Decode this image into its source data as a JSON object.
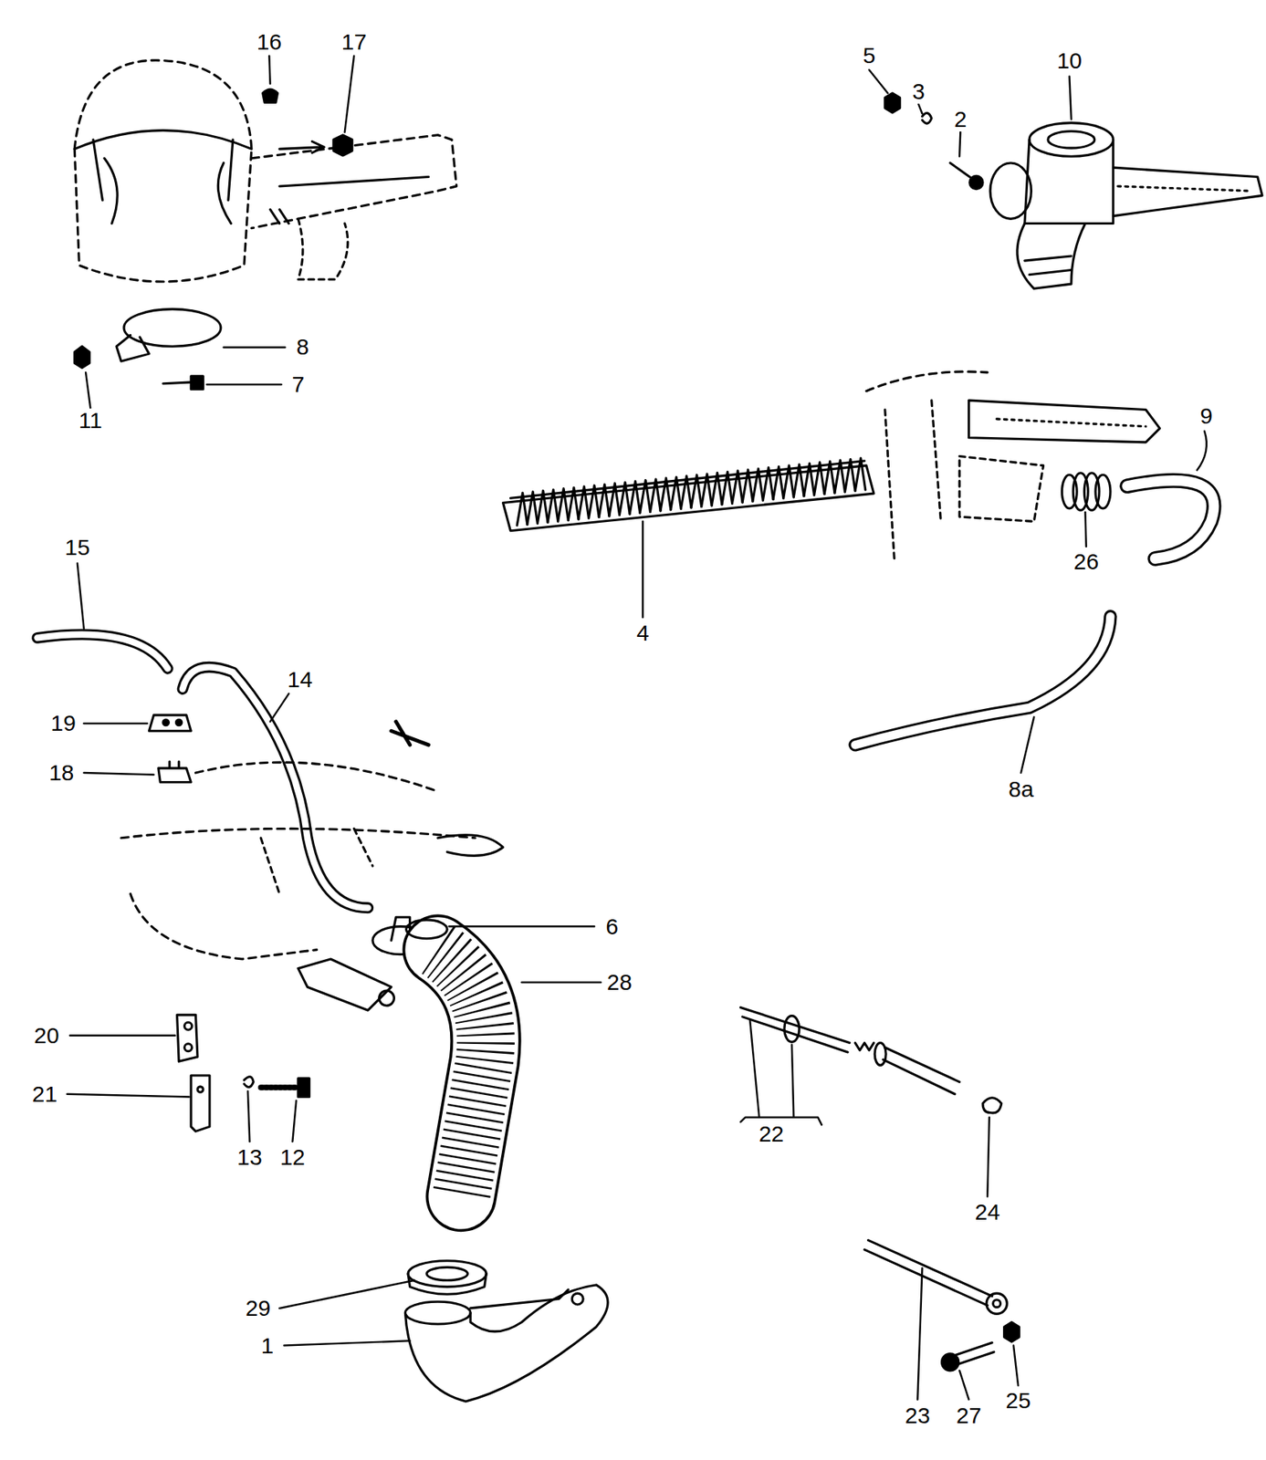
{
  "diagram": {
    "labels": [
      "16",
      "17",
      "5",
      "3",
      "2",
      "10",
      "8",
      "11",
      "7",
      "9",
      "4",
      "26",
      "15",
      "14",
      "19",
      "18",
      "8a",
      "6",
      "28",
      "20",
      "21",
      "13",
      "12",
      "22",
      "24",
      "29",
      "1",
      "23",
      "27",
      "25"
    ]
  }
}
